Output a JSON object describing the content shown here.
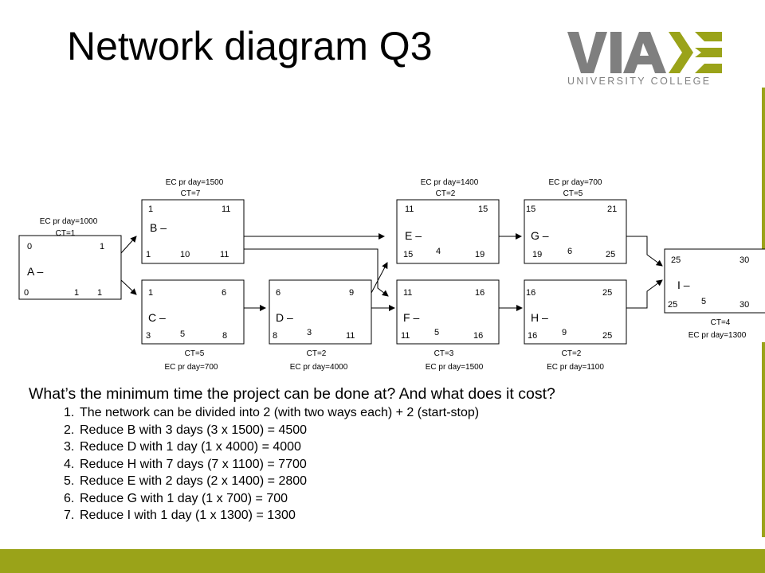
{
  "title": "Network diagram Q3",
  "logo": {
    "brand": "VIA",
    "subtitle": "UNIVERSITY COLLEGE",
    "color": "#7f7f7f",
    "accent": "#9aa319"
  },
  "diagram": {
    "nodes": {
      "A": {
        "label": "A –",
        "es": "0",
        "ef": "1",
        "ls": "0",
        "dur": "1",
        "lf": "1",
        "ec": "EC pr day=1000",
        "ct": "CT=1"
      },
      "B": {
        "label": "B –",
        "es": "1",
        "ef": "11",
        "ls": "1",
        "dur": "10",
        "lf": "11",
        "ec": "EC pr day=1500",
        "ct": "CT=7"
      },
      "C": {
        "label": "C –",
        "es": "1",
        "ef": "6",
        "ls": "3",
        "dur": "5",
        "lf": "8",
        "ec": "EC pr day=700",
        "ct": "CT=5"
      },
      "D": {
        "label": "D –",
        "es": "6",
        "ef": "9",
        "ls": "8",
        "dur": "3",
        "lf": "11",
        "ec": "EC pr day=4000",
        "ct": "CT=2"
      },
      "E": {
        "label": "E –",
        "es": "11",
        "ef": "15",
        "ls": "15",
        "dur": "4",
        "lf": "19",
        "ec": "EC pr day=1400",
        "ct": "CT=2"
      },
      "F": {
        "label": "F –",
        "es": "11",
        "ef": "16",
        "ls": "11",
        "dur": "5",
        "lf": "16",
        "ec": "EC pr day=1500",
        "ct": "CT=3"
      },
      "G": {
        "label": "G –",
        "es": "15",
        "ef": "21",
        "ls": "19",
        "dur": "6",
        "lf": "25",
        "ec": "EC pr day=700",
        "ct": "CT=5"
      },
      "H": {
        "label": "H –",
        "es": "16",
        "ef": "25",
        "ls": "16",
        "dur": "9",
        "lf": "25",
        "ec": "EC pr day=1100",
        "ct": "CT=2"
      },
      "I": {
        "label": "I –",
        "es": "25",
        "ef": "30",
        "ls": "25",
        "dur": "5",
        "lf": "30",
        "ec": "EC pr day=1300",
        "ct": "CT=4"
      }
    }
  },
  "question": "What’s the minimum time the project can be done at? And what does it cost?",
  "steps": [
    {
      "num": "1.",
      "text": "The network can be divided into 2 (with two ways each) + 2 (start-stop)"
    },
    {
      "num": "2.",
      "text": "Reduce B with 3 days (3 x 1500) = 4500"
    },
    {
      "num": "3.",
      "text": "Reduce D with 1 day (1 x 4000) = 4000"
    },
    {
      "num": "4.",
      "text": "Reduce H with 7 days (7 x 1100) = 7700"
    },
    {
      "num": "5.",
      "text": "Reduce E with 2 days (2 x 1400) = 2800"
    },
    {
      "num": "6.",
      "text": "Reduce G with 1 day (1 x 700) = 700"
    },
    {
      "num": "7.",
      "text": "Reduce I with 1 day (1 x 1300) = 1300"
    }
  ],
  "colors": {
    "accent": "#9aa319",
    "logo_gray": "#7f7f7f"
  }
}
